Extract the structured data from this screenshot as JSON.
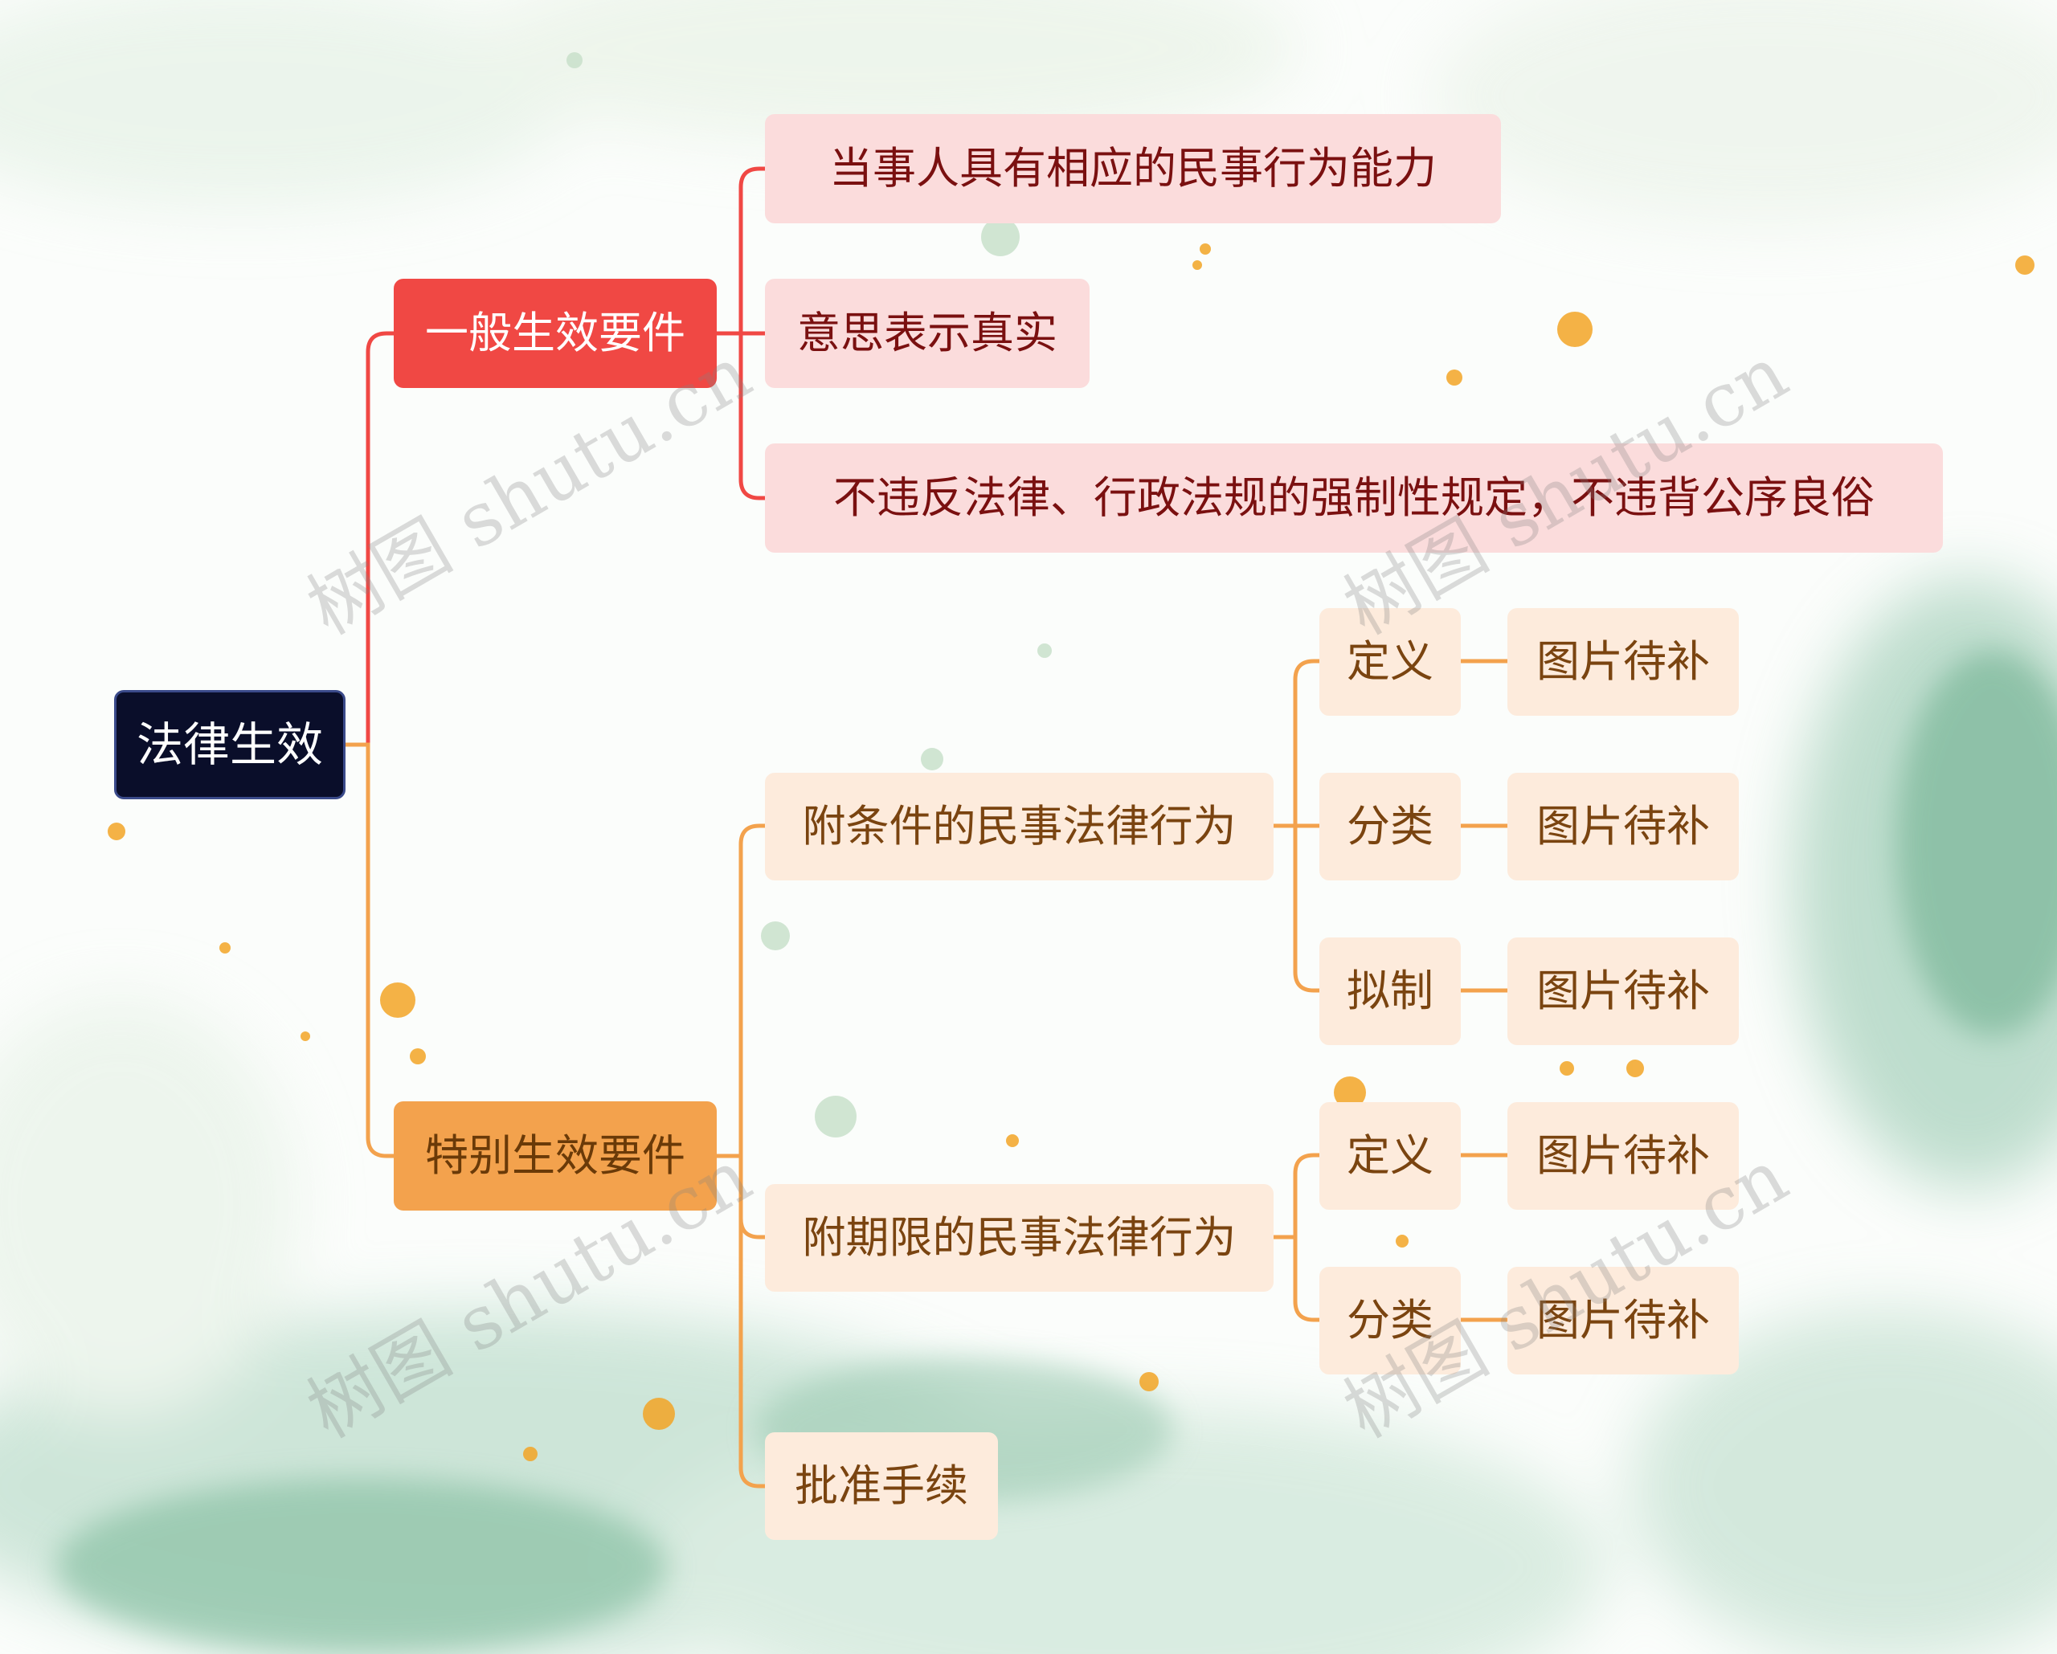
{
  "root": "法律生效",
  "branches": [
    {
      "label": "一般生效要件",
      "children": [
        "当事人具有相应的民事行为能力",
        "意思表示真实",
        "不违反法律、行政法规的强制性规定，不违背公序良俗"
      ]
    },
    {
      "label": "特别生效要件",
      "children": [
        {
          "label": "附条件的民事法律行为",
          "children": [
            {
              "label": "定义",
              "value": "图片待补"
            },
            {
              "label": "分类",
              "value": "图片待补"
            },
            {
              "label": "拟制",
              "value": "图片待补"
            }
          ]
        },
        {
          "label": "附期限的民事法律行为",
          "children": [
            {
              "label": "定义",
              "value": "图片待补"
            },
            {
              "label": "分类",
              "value": "图片待补"
            }
          ]
        },
        {
          "label": "批准手续"
        }
      ]
    }
  ],
  "watermark": "树图 shutu.cn",
  "colors": {
    "root_bg": "#0a0e2a",
    "branch1": "#f04844",
    "branch2": "#f3a24d",
    "leaf1_bg": "#fbdcdc",
    "leaf2_bg": "#fdebdc"
  }
}
